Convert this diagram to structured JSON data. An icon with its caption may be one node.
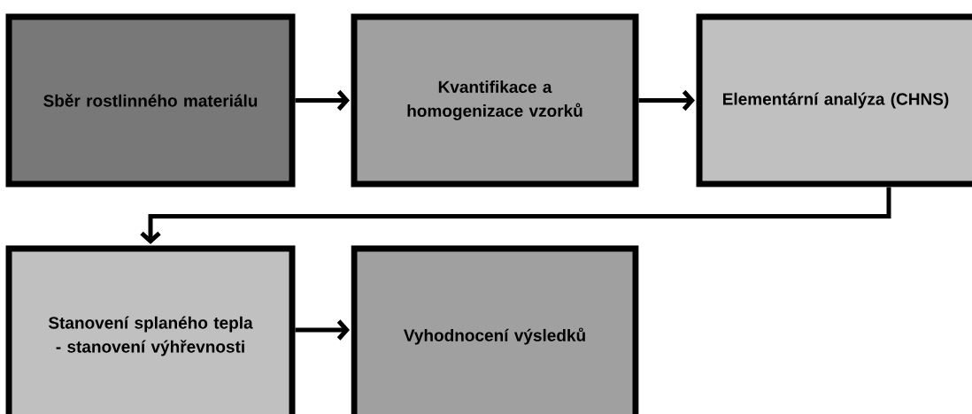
{
  "diagram": {
    "nodes": [
      {
        "text": [
          "Sběr rostlinného materiálu"
        ]
      },
      {
        "text": [
          "Kvantifikace a homogenizace vzorků"
        ]
      },
      {
        "text": [
          "Elementární analýza (CHNS)"
        ]
      },
      {
        "text": [
          "Stanovení splaného tepla - stanovení výhřevnosti"
        ]
      },
      {
        "text": [
          "Vyhodnocení výsledků"
        ]
      }
    ],
    "edges": [
      {
        "from": 0,
        "to": 1,
        "arrow": "to"
      },
      {
        "from": 1,
        "to": 2,
        "arrow": "to"
      },
      {
        "from": 2,
        "to": 3,
        "arrow": "to"
      },
      {
        "from": 3,
        "to": 4,
        "arrow": "to"
      }
    ]
  }
}
